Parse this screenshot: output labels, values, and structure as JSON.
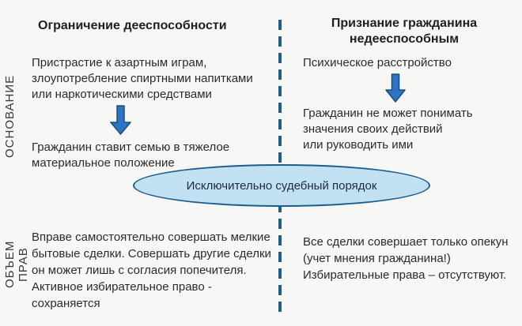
{
  "axis_labels": {
    "basis": "ОСНОВАНИЕ",
    "rights_scope": "ОБЪЕМ ПРАВ"
  },
  "left_column": {
    "title": "Ограничение дееспособности",
    "basis_cause": "Пристрастие к азартным играм,\nзлоупотребление спиртными напитками\nили наркотическими средствами",
    "basis_result": "Гражданин ставит семью в тяжелое\nматериальное положение",
    "rights": "Вправе самостоятельно совершать мелкие\nбытовые сделки. Совершать другие сделки\nон может лишь с согласия попечителя.\nАктивное избирательное право -\nсохраняется"
  },
  "right_column": {
    "title": "Признание гражданина\nнедееспособным",
    "basis_cause": "Психическое расстройство",
    "basis_result": "Гражданин не может понимать\nзначения своих действий\nили руководить ими",
    "rights": "Все сделки совершает только опекун\n(учет мнения гражданина!)\nИзбирательные права – отсутствуют."
  },
  "center": {
    "ellipse_label": "Исключительно судебный порядок"
  },
  "icons": {
    "down_arrow": "⬇",
    "divider": "dashed-vertical-line"
  },
  "colors": {
    "background": "#F7F7F6",
    "text": "#2B2B2B",
    "arrow_fill": "#2E74C4",
    "arrow_stroke": "#1A4E79",
    "divider_dash": "#1F5F86",
    "ellipse_fill": "#C2E2F3",
    "ellipse_stroke": "#1B5E8C"
  }
}
